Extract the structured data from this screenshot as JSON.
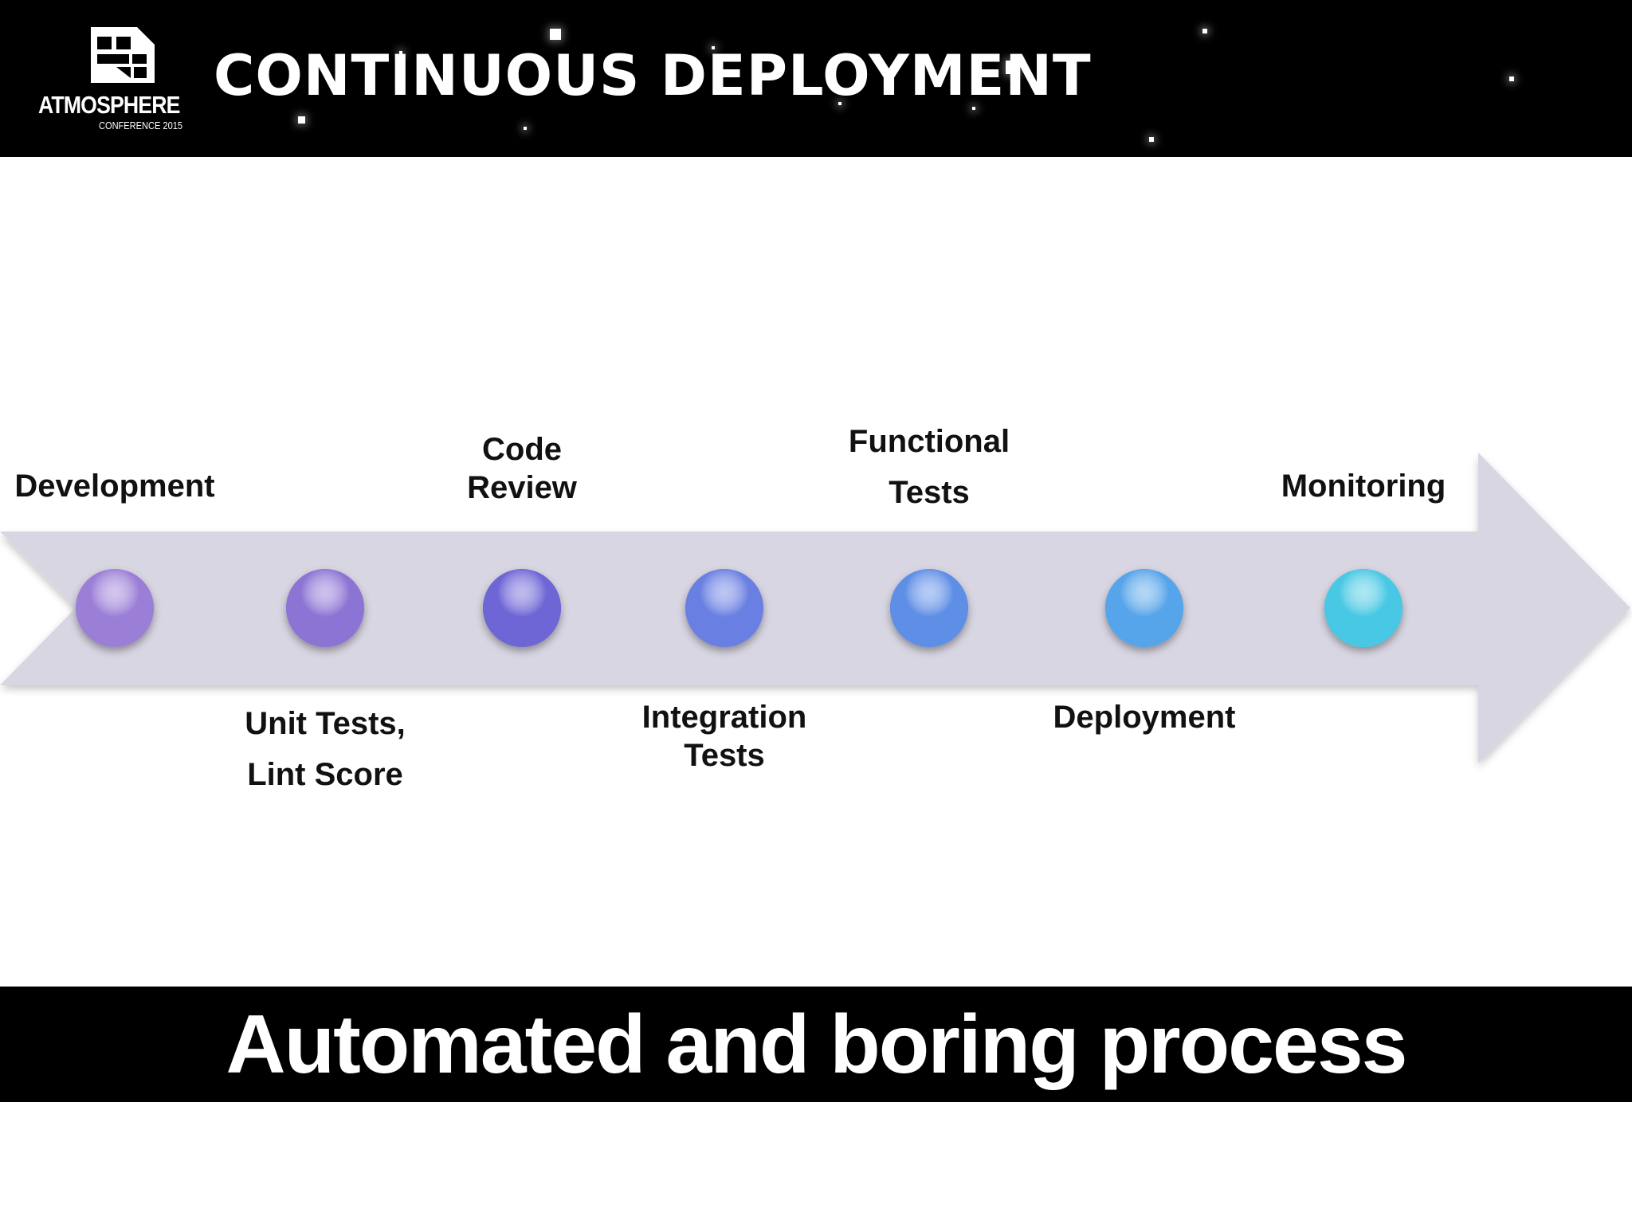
{
  "header": {
    "logo_name": "ATMOSPHERE",
    "logo_sub": "CONFERENCE 2015",
    "title": "CONTINUOUS DEPLOYMENT"
  },
  "pipeline": {
    "arrow_color": "#d8d6e2",
    "steps": [
      {
        "lines": [
          "Development"
        ],
        "position": "above",
        "color": "#9b7fd6"
      },
      {
        "lines": [
          "Unit Tests,",
          "Lint Score"
        ],
        "position": "below",
        "color": "#8c74d4"
      },
      {
        "lines": [
          "Code",
          "Review"
        ],
        "position": "above",
        "color": "#6f66d6"
      },
      {
        "lines": [
          "Integration",
          "Tests"
        ],
        "position": "below",
        "color": "#6a7fe2"
      },
      {
        "lines": [
          "Functional",
          "Tests"
        ],
        "position": "above",
        "color": "#5f8ee6"
      },
      {
        "lines": [
          "Deployment"
        ],
        "position": "below",
        "color": "#56a4ea"
      },
      {
        "lines": [
          "Monitoring"
        ],
        "position": "above",
        "color": "#48c8e4"
      }
    ]
  },
  "footer": {
    "text": "Automated and boring process"
  }
}
